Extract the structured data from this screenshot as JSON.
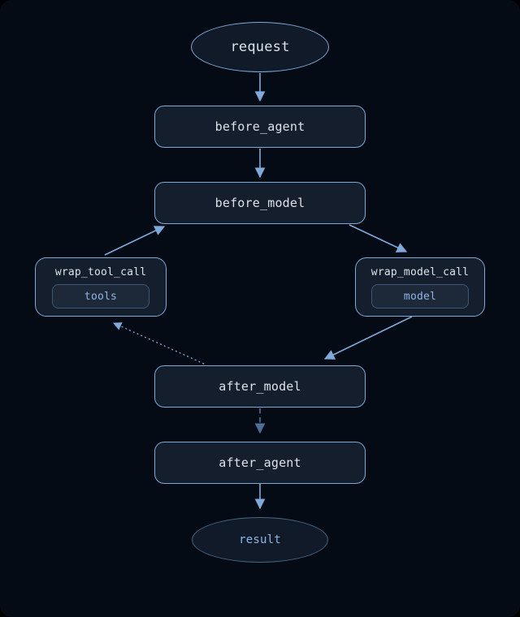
{
  "diagram": {
    "nodes": {
      "request": {
        "label": "request"
      },
      "before_agent": {
        "label": "before_agent"
      },
      "before_model": {
        "label": "before_model"
      },
      "wrap_tool_call": {
        "label": "wrap_tool_call",
        "inner_label": "tools"
      },
      "wrap_model_call": {
        "label": "wrap_model_call",
        "inner_label": "model"
      },
      "after_model": {
        "label": "after_model"
      },
      "after_agent": {
        "label": "after_agent"
      },
      "result": {
        "label": "result"
      }
    },
    "edges": [
      {
        "from": "request",
        "to": "before_agent",
        "style": "solid"
      },
      {
        "from": "before_agent",
        "to": "before_model",
        "style": "solid"
      },
      {
        "from": "wrap_tool_call",
        "to": "before_model",
        "style": "solid"
      },
      {
        "from": "before_model",
        "to": "wrap_model_call",
        "style": "solid"
      },
      {
        "from": "wrap_model_call",
        "to": "after_model",
        "style": "solid"
      },
      {
        "from": "after_model",
        "to": "wrap_tool_call",
        "style": "dotted"
      },
      {
        "from": "after_model",
        "to": "after_agent",
        "style": "dashed"
      },
      {
        "from": "after_agent",
        "to": "result",
        "style": "solid"
      }
    ],
    "colors": {
      "background": "#050b14",
      "node_fill": "#151e2c",
      "node_border": "#7ea9da",
      "inner_fill": "#1d2838",
      "inner_border": "#3d5876",
      "end_ellipse_border": "#4a6685",
      "edge_bright": "#7ea9da",
      "edge_muted": "#4c6e97",
      "text_primary": "#dbe2ea",
      "text_accent": "#8fb7e6"
    }
  }
}
